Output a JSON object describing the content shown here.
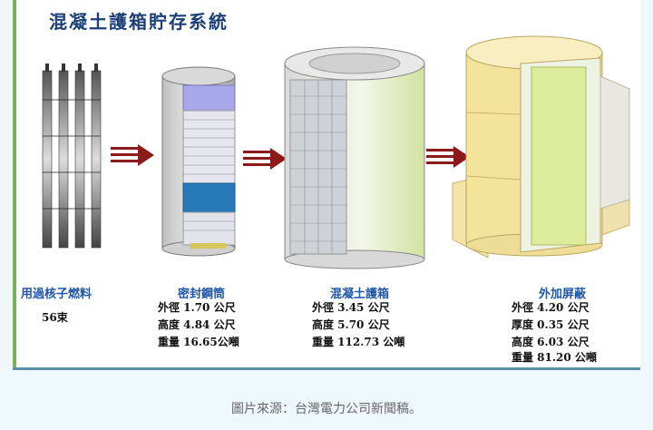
{
  "title": "混凝土護箱貯存系統",
  "stages": [
    {
      "title": "用過核子燃料",
      "lines": [
        "56束"
      ]
    },
    {
      "title": "密封鋼筒",
      "lines": [
        "外徑 1.70 公尺",
        "高度 4.84 公尺",
        "重量 16.65公噸"
      ]
    },
    {
      "title": "混凝土護箱",
      "lines": [
        "外徑 3.45 公尺",
        "高度 5.70 公尺",
        "重量 112.73 公噸"
      ]
    },
    {
      "title": "外加屏蔽",
      "lines": [
        "外徑 4.20 公尺",
        "厚度 0.35 公尺",
        "高度 6.03 公尺",
        "重量 81.20 公噸"
      ]
    }
  ],
  "caption": "圖片來源：台灣電力公司新聞稿。",
  "colors": {
    "title": "#1c3f77",
    "stage_title": "#1f56a8",
    "arrow": "#8b1a1a",
    "accent": "#7ab05a"
  }
}
